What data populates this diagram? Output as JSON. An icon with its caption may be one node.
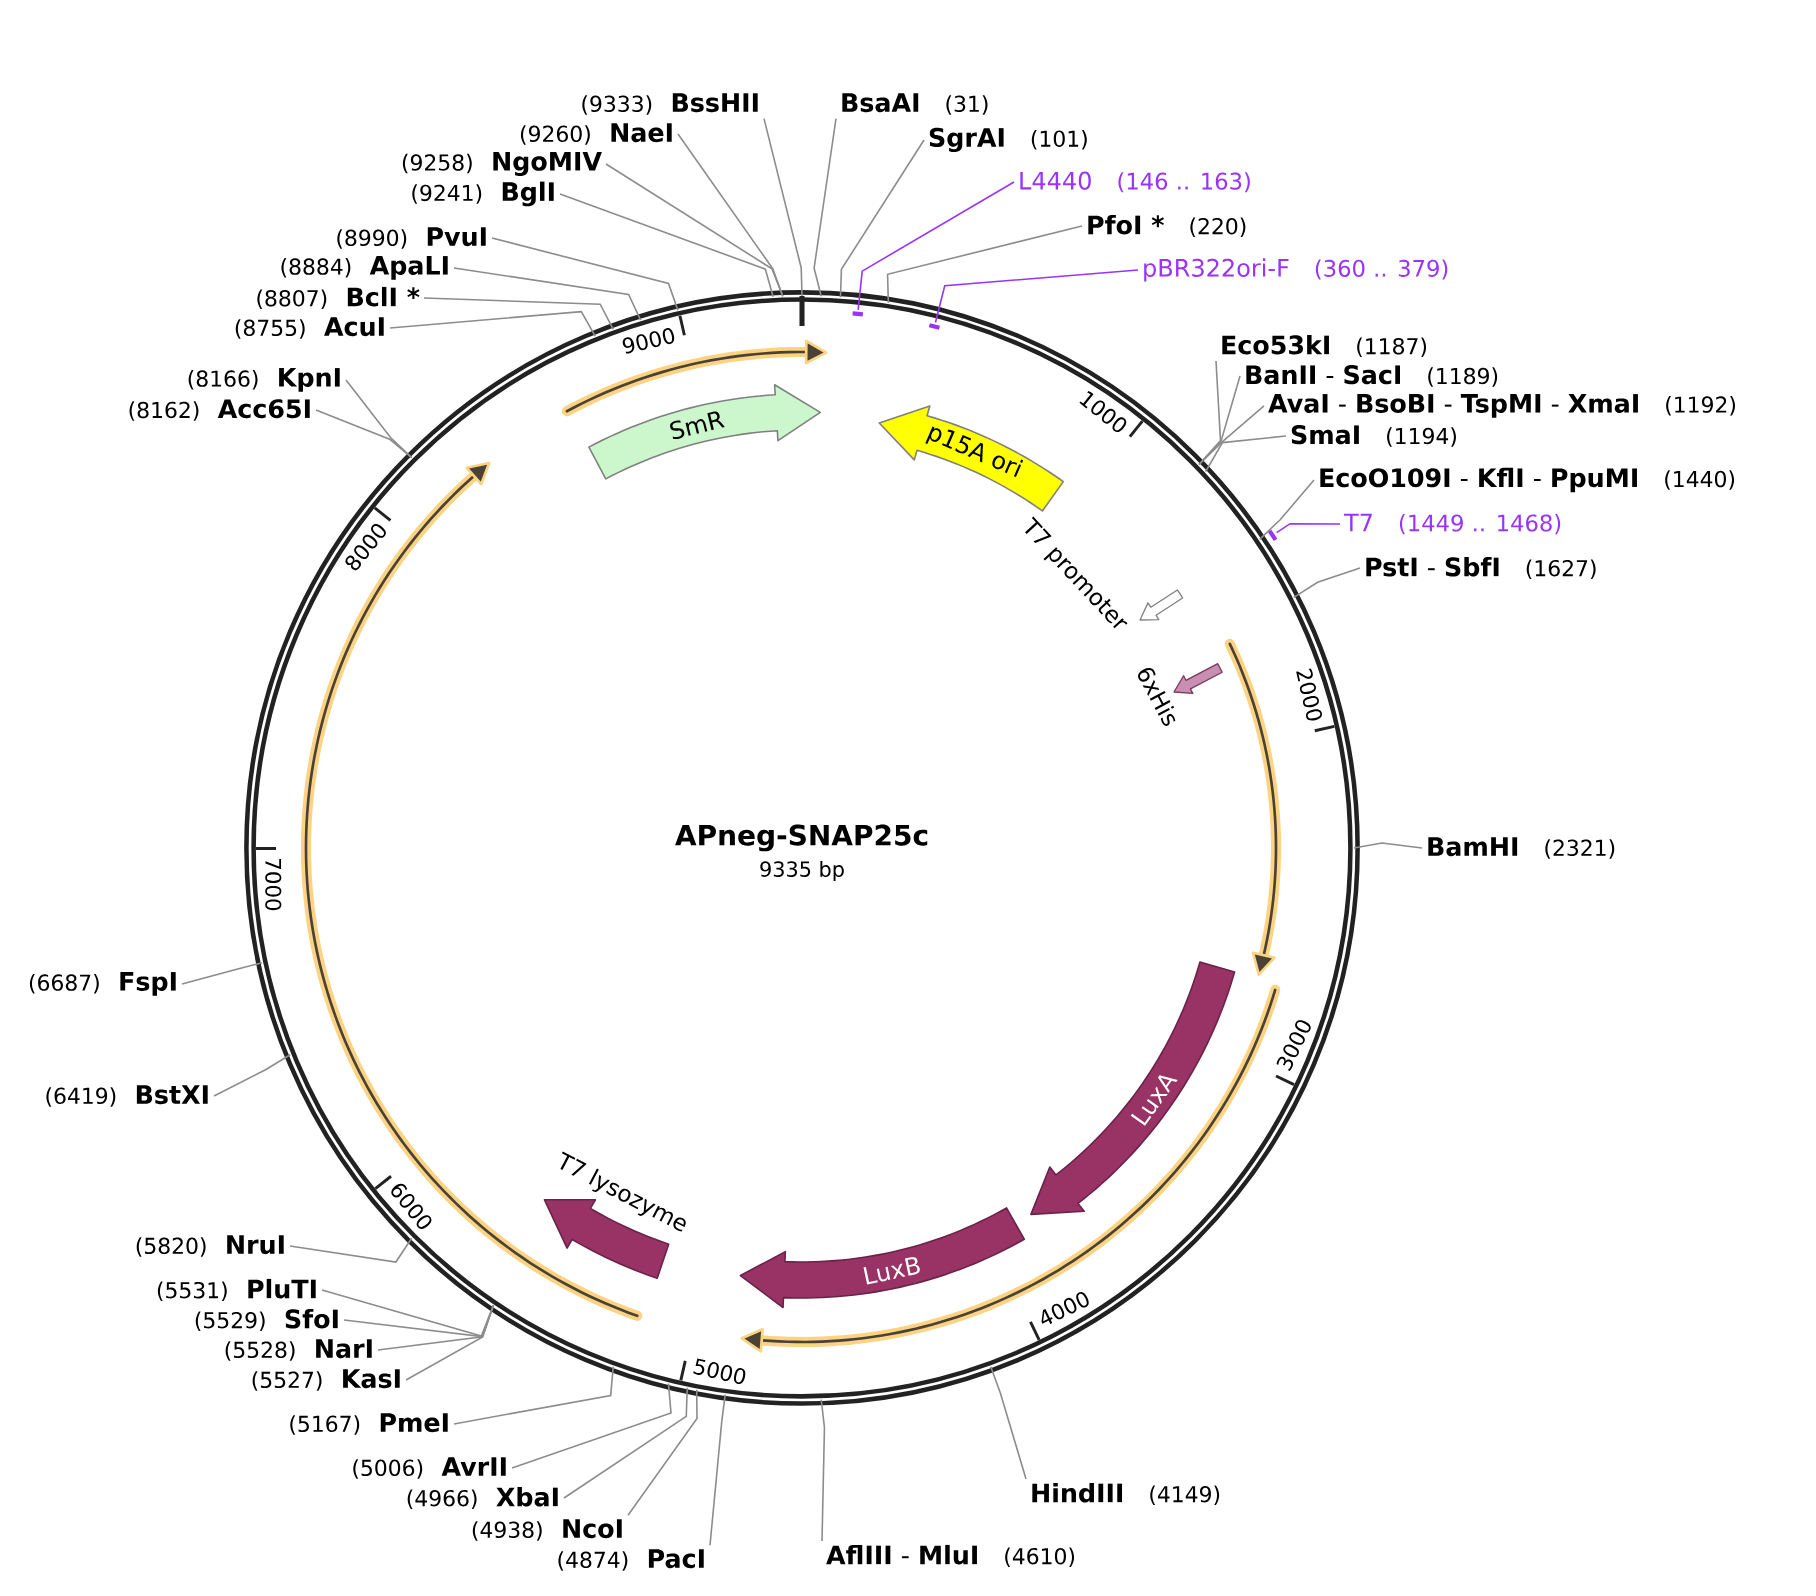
{
  "diagram": {
    "nodes": [
      {
        "text": [
          "APneg-SNAP25c",
          "9335 bp"
        ]
      },
      {
        "text": [
          "SmR"
        ],
        "in": 0
      },
      {
        "text": [
          "p15A ori"
        ],
        "in": 0
      },
      {
        "text": [
          "T7 promoter"
        ],
        "in": 0
      },
      {
        "text": [
          "6xHis"
        ],
        "in": 0
      },
      {
        "text": [
          "LuxA"
        ],
        "in": 0
      },
      {
        "text": [
          "LuxB"
        ],
        "in": 0
      },
      {
        "text": [
          "T7 lysozyme"
        ],
        "in": 0
      },
      {
        "text": [],
        "shape": "bar",
        "in": 0
      },
      {
        "text": [],
        "shape": "bar",
        "in": 0
      },
      {
        "text": [],
        "shape": "bar"
      },
      {
        "text": [
          "BsaAI",
          "(31)"
        ]
      },
      {
        "text": [
          "SgrAI",
          "(101)"
        ]
      },
      {
        "text": [
          "L4440",
          "(146 .. 163)"
        ]
      },
      {
        "text": [
          "PfoI *",
          "(220)"
        ]
      },
      {
        "text": [
          "pBR322ori-F",
          "(360 .. 379)"
        ]
      },
      {
        "text": [
          "Eco53kI",
          "(1187)"
        ]
      },
      {
        "text": [
          "**BanII** - **SacI**",
          "(1189)"
        ]
      },
      {
        "text": [
          "**AvaI** - **BsoBI** - **TspMI** - **XmaI**",
          "(1192)"
        ]
      },
      {
        "text": [
          "SmaI",
          "(1194)"
        ]
      },
      {
        "text": [
          "**EcoO109I** - **KflI** - **PpuMI**",
          "(1440)"
        ]
      },
      {
        "text": [
          "T7",
          "(1449 .. 1468)"
        ]
      },
      {
        "text": [
          "**PstI** - **SbfI**",
          "(1627)"
        ]
      },
      {
        "text": [
          "BamHI",
          "(2321)"
        ]
      },
      {
        "text": [
          "HindIII",
          "(4149)"
        ]
      },
      {
        "text": [
          "**AflIII** - **MluI**",
          "(4610)"
        ]
      },
      {
        "text": [
          "(4874)",
          "PacI"
        ]
      },
      {
        "text": [
          "(4938)",
          "NcoI"
        ]
      },
      {
        "text": [
          "(4966)",
          "XbaI"
        ]
      },
      {
        "text": [
          "(5006)",
          "AvrII"
        ]
      },
      {
        "text": [
          "(5167)",
          "PmeI"
        ]
      },
      {
        "text": [
          "(5527)",
          "KasI"
        ]
      },
      {
        "text": [
          "(5528)",
          "NarI"
        ]
      },
      {
        "text": [
          "(5529)",
          "SfoI"
        ]
      },
      {
        "text": [
          "(5531)",
          "PluTI"
        ]
      },
      {
        "text": [
          "(5820)",
          "NruI"
        ]
      },
      {
        "text": [
          "(6419)",
          "BstXI"
        ]
      },
      {
        "text": [
          "(6687)",
          "FspI"
        ]
      },
      {
        "text": [
          "(8162)",
          "Acc65I"
        ]
      },
      {
        "text": [
          "(8166)",
          "KpnI"
        ]
      },
      {
        "text": [
          "(8755)",
          "AcuI"
        ]
      },
      {
        "text": [
          "(8807)",
          "BclI *"
        ]
      },
      {
        "text": [
          "(8884)",
          "ApaLI"
        ]
      },
      {
        "text": [
          "(8990)",
          "PvuI"
        ]
      },
      {
        "text": [
          "(9241)",
          "BglI"
        ]
      },
      {
        "text": [
          "(9258)",
          "NgoMIV"
        ]
      },
      {
        "text": [
          "(9260)",
          "NaeI"
        ]
      },
      {
        "text": [
          "(9333)",
          "BssHII"
        ]
      }
    ],
    "edges": [
      {
        "from": 11,
        "to": 0,
        "arrow": "none"
      },
      {
        "from": 12,
        "to": 0,
        "arrow": "none"
      },
      {
        "from": 13,
        "to": 8,
        "arrow": "none",
        "color": "#9933ff"
      },
      {
        "from": 14,
        "to": 0,
        "arrow": "none"
      },
      {
        "from": 15,
        "to": 9,
        "arrow": "none",
        "color": "#9933ff"
      },
      {
        "from": 16,
        "to": 0,
        "arrow": "none"
      },
      {
        "from": 17,
        "to": 0,
        "arrow": "none"
      },
      {
        "from": 18,
        "to": 0,
        "arrow": "none"
      },
      {
        "from": 19,
        "to": 0,
        "arrow": "none"
      },
      {
        "from": 20,
        "to": 0,
        "arrow": "none"
      },
      {
        "from": 21,
        "to": 10,
        "arrow": "none",
        "color": "#9933ff"
      },
      {
        "from": 22,
        "to": 0,
        "arrow": "none"
      },
      {
        "from": 23,
        "to": 0,
        "arrow": "none"
      },
      {
        "from": 24,
        "to": 0,
        "arrow": "none"
      },
      {
        "from": 25,
        "to": 0,
        "arrow": "none"
      },
      {
        "from": 26,
        "to": 0,
        "arrow": "none"
      },
      {
        "from": 27,
        "to": 0,
        "arrow": "none"
      },
      {
        "from": 28,
        "to": 0,
        "arrow": "none"
      },
      {
        "from": 29,
        "to": 0,
        "arrow": "none"
      },
      {
        "from": 30,
        "to": 0,
        "arrow": "none"
      },
      {
        "from": 31,
        "to": 0,
        "arrow": "none"
      },
      {
        "from": 32,
        "to": 0,
        "arrow": "none"
      },
      {
        "from": 33,
        "to": 0,
        "arrow": "none"
      },
      {
        "from": 34,
        "to": 0,
        "arrow": "none"
      },
      {
        "from": 35,
        "to": 0,
        "arrow": "none"
      },
      {
        "from": 36,
        "to": 0,
        "arrow": "none"
      },
      {
        "from": 37,
        "to": 0,
        "arrow": "none"
      },
      {
        "from": 38,
        "to": 0,
        "arrow": "none"
      },
      {
        "from": 39,
        "to": 0,
        "arrow": "none"
      },
      {
        "from": 40,
        "to": 0,
        "arrow": "none"
      },
      {
        "from": 41,
        "to": 0,
        "arrow": "none"
      },
      {
        "from": 42,
        "to": 0,
        "arrow": "none"
      },
      {
        "from": 43,
        "to": 0,
        "arrow": "none"
      },
      {
        "from": 44,
        "to": 0,
        "arrow": "none"
      },
      {
        "from": 45,
        "to": 0,
        "arrow": "none"
      },
      {
        "from": 46,
        "to": 0,
        "arrow": "none"
      },
      {
        "from": 47,
        "to": 0,
        "arrow": "none"
      }
    ],
    "labels": [
      "1000",
      "2000",
      "3000",
      "4000",
      "5000",
      "6000",
      "7000",
      "8000",
      "9000"
    ]
  }
}
